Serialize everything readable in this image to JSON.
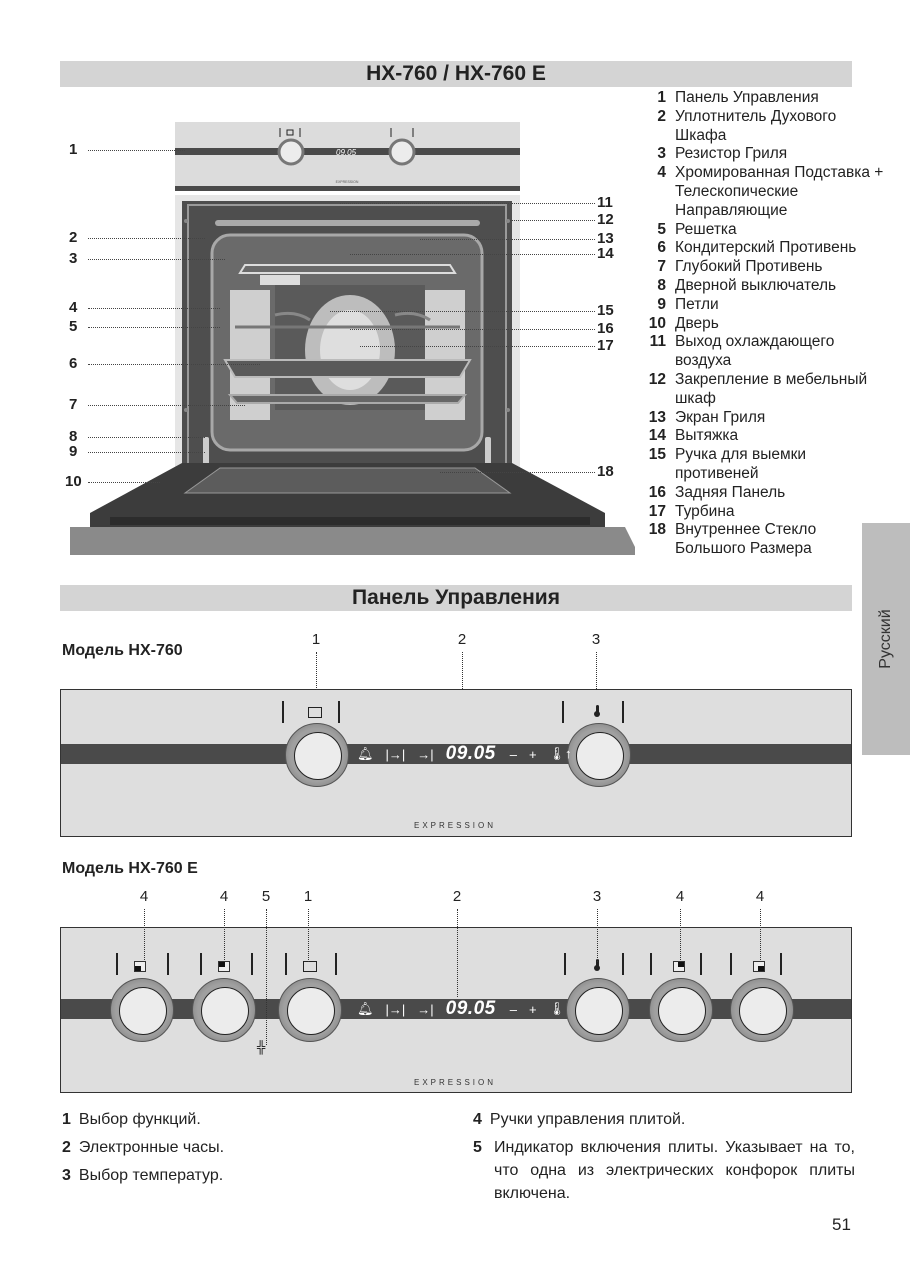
{
  "header": {
    "title": "HX-760 / HX-760 E"
  },
  "parts_legend": [
    {
      "num": "1",
      "label": "Панель Управления"
    },
    {
      "num": "2",
      "label": "Уплотнитель Духового Шкафа"
    },
    {
      "num": "3",
      "label": "Резистор Гриля"
    },
    {
      "num": "4",
      "label": "Хромированная Подставка + Телескопические Направляющие"
    },
    {
      "num": "5",
      "label": "Решетка"
    },
    {
      "num": "6",
      "label": "Кондитерский Противень"
    },
    {
      "num": "7",
      "label": "Глубокий Противень"
    },
    {
      "num": "8",
      "label": "Дверной выключатель"
    },
    {
      "num": "9",
      "label": "Петли"
    },
    {
      "num": "10",
      "label": "Дверь"
    },
    {
      "num": "11",
      "label": "Выход охлаждающего воздуха"
    },
    {
      "num": "12",
      "label": "Закрепление в мебельный шкаф"
    },
    {
      "num": "13",
      "label": "Экран Гриля"
    },
    {
      "num": "14",
      "label": "Вытяжка"
    },
    {
      "num": "15",
      "label": "Ручка для выемки противеней"
    },
    {
      "num": "16",
      "label": "Задняя Панель"
    },
    {
      "num": "17",
      "label": "Турбина"
    },
    {
      "num": "18",
      "label": "Внутреннее Стекло Большого Размера"
    }
  ],
  "oven_callouts_left": [
    "1",
    "2",
    "3",
    "4",
    "5",
    "6",
    "7",
    "8",
    "9",
    "10"
  ],
  "oven_callouts_right": [
    "11",
    "12",
    "13",
    "14",
    "15",
    "16",
    "17",
    "18"
  ],
  "side_tab": {
    "language": "Русский"
  },
  "control_section": {
    "title": "Панель Управления",
    "model1": {
      "label": "Модель HX-760",
      "callouts": [
        "1",
        "2",
        "3"
      ],
      "display_time": "09.05",
      "display_minus": "–",
      "display_plus": "+",
      "brand": "EXPRESSION"
    },
    "model2": {
      "label": "Модель HX-760 E",
      "callouts": [
        "4",
        "4",
        "5",
        "1",
        "2",
        "3",
        "4",
        "4"
      ],
      "display_time": "09.05",
      "display_minus": "–",
      "display_plus": "+",
      "brand": "EXPRESSION"
    }
  },
  "mini_panel": {
    "display_time": "09.05",
    "brand": "EXPRESSION"
  },
  "notes": [
    {
      "num": "1",
      "text": "Выбор функций."
    },
    {
      "num": "2",
      "text": "Электронные часы."
    },
    {
      "num": "3",
      "text": "Выбор температур."
    },
    {
      "num": "4",
      "text": "Ручки управления плитой."
    },
    {
      "num": "5",
      "text": "Индикатор включения плиты. Указывает на то, что одна из электрических конфорок плиты включена."
    }
  ],
  "page_number": "51"
}
